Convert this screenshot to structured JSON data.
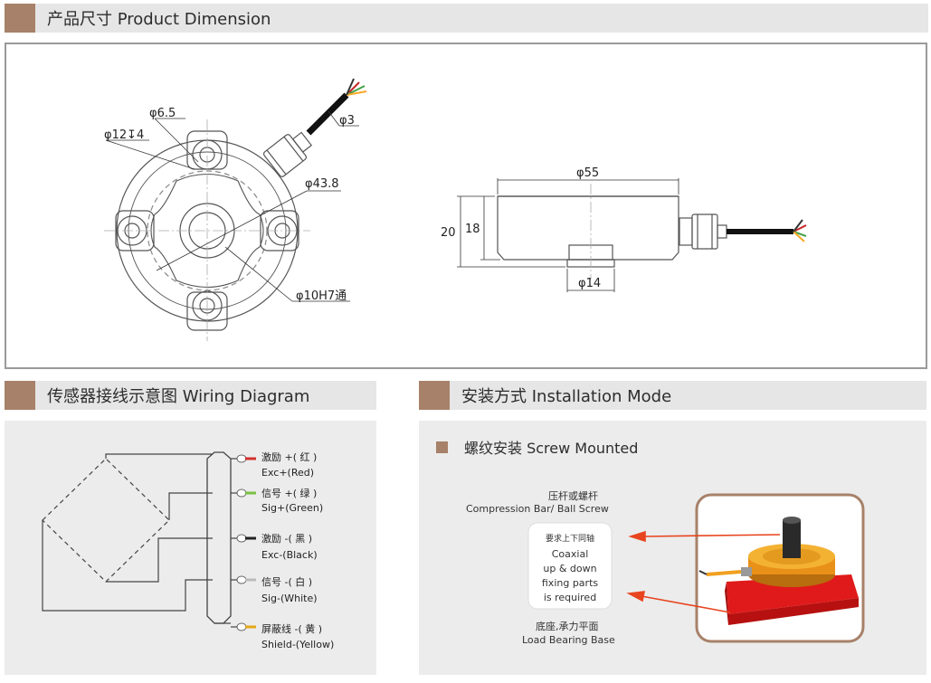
{
  "dimension": {
    "header": "产品尺寸 Product Dimension",
    "labels": {
      "hole_dia": "φ6.5",
      "counterbore": "φ12↧4",
      "cable_dia": "φ3",
      "pcd": "φ43.8",
      "bore": "φ10H7通",
      "outer_dia": "φ55",
      "height_total": "20",
      "height_body": "18",
      "boss_dia": "φ14"
    }
  },
  "wiring": {
    "header": "传感器接线示意图 Wiring Diagram",
    "wires": [
      {
        "cn": "激励 +( 红 )",
        "en": "Exc+(Red)",
        "color": "#d32f2f"
      },
      {
        "cn": "信号 +( 绿 )",
        "en": "Sig+(Green)",
        "color": "#7bc043"
      },
      {
        "cn": "激励 -( 黑 )",
        "en": "Exc-(Black)",
        "color": "#222222"
      },
      {
        "cn": "信号 -( 白 )",
        "en": "Sig-(White)",
        "color": "#dddddd"
      },
      {
        "cn": "屏蔽线 -( 黄 )",
        "en": "Shield-(Yellow)",
        "color": "#e6a817"
      }
    ]
  },
  "installation": {
    "header": "安装方式 Installation Mode",
    "subtitle": "螺纹安装 Screw Mounted",
    "top_label_cn": "压杆或螺杆",
    "top_label_en": "Compression Bar/ Ball Screw",
    "note_cn": "要求上下同轴",
    "note_en_1": "Coaxial",
    "note_en_2": "up & down",
    "note_en_3": "fixing parts",
    "note_en_4": "is required",
    "bottom_label_cn": "底座,承力平面",
    "bottom_label_en": "Load Bearing Base"
  },
  "colors": {
    "accent": "#a78169",
    "header_bg": "#e6e6e6",
    "arrow": "#e8441e",
    "base_red": "#e01a1a",
    "sensor_orange": "#f0a020"
  }
}
